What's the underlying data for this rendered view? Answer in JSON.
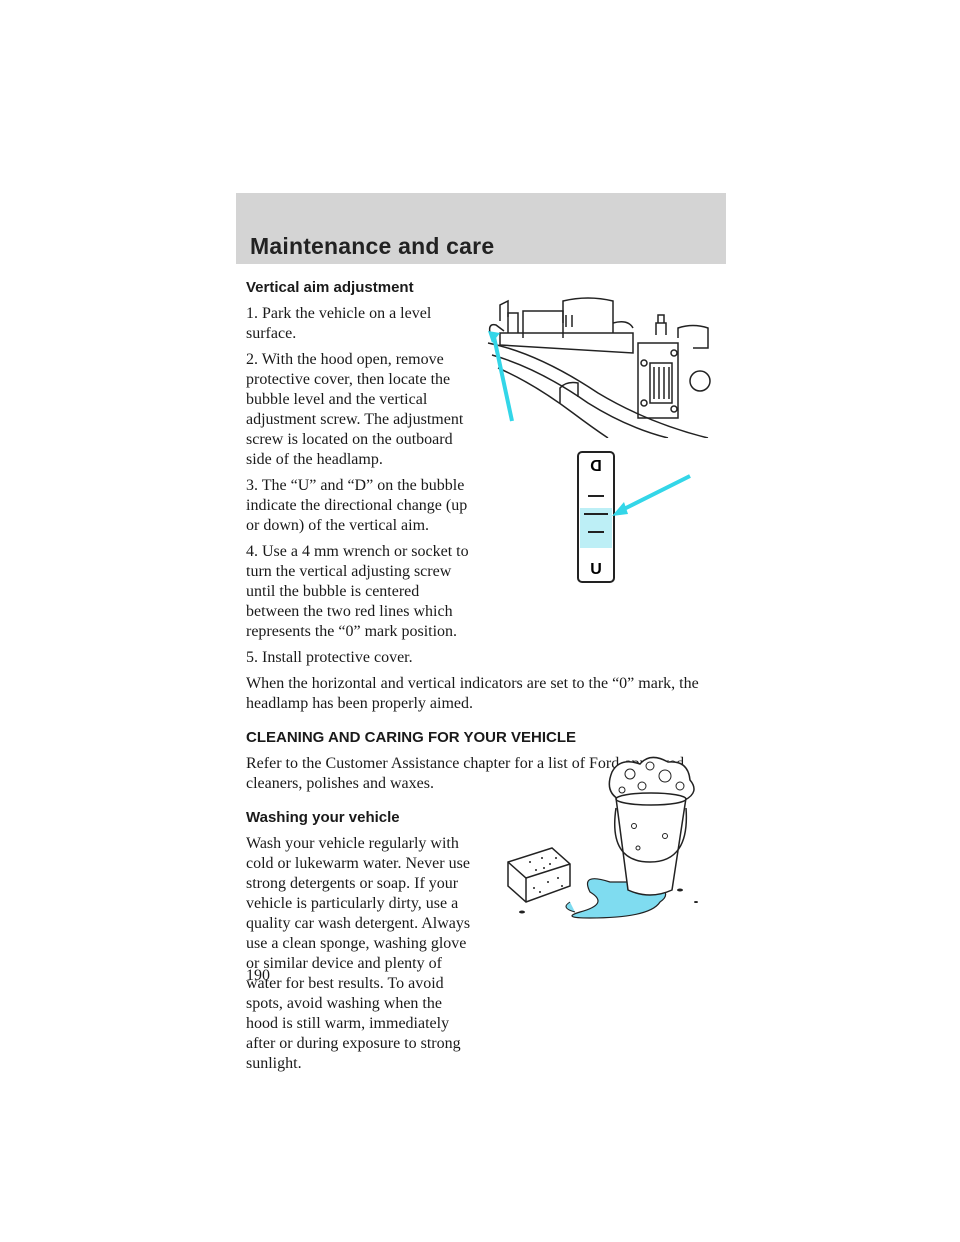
{
  "header": {
    "title": "Maintenance and care"
  },
  "vertical_aim": {
    "heading": "Vertical aim adjustment",
    "steps": [
      "1. Park the vehicle on a level surface.",
      "2. With the hood open, remove protective cover, then locate the bubble level and the vertical adjustment screw. The adjustment screw is located on the outboard side of the headlamp.",
      "3. The “U” and “D” on the bubble indicate the directional change (up or down) of the vertical aim.",
      "4. Use a 4 mm wrench or socket to turn the vertical adjusting screw until the bubble is centered between the two red lines which represents the “0” mark position.",
      "5. Install protective cover."
    ],
    "conclusion": "When the horizontal and vertical indicators are set to the “0” mark, the headlamp has been properly aimed."
  },
  "cleaning": {
    "heading": "CLEANING AND CARING FOR YOUR VEHICLE",
    "body": "Refer to the Customer Assistance chapter for a list of Ford-approved cleaners, polishes and waxes."
  },
  "washing": {
    "heading": "Washing your vehicle",
    "body": "Wash your vehicle regularly with cold or lukewarm water. Never use strong detergents or soap. If your vehicle is particularly dirty, use a quality car wash detergent. Always use a clean sponge, washing glove or similar device and plenty of water for best results. To avoid spots, avoid washing when the hood is still warm, immediately after or during exposure to strong sunlight."
  },
  "figures": {
    "bubble_top_letter": "D",
    "bubble_bottom_letter": "U",
    "accent_color": "#33d6e8",
    "water_color": "#7fdcf0"
  },
  "page_number": "190"
}
